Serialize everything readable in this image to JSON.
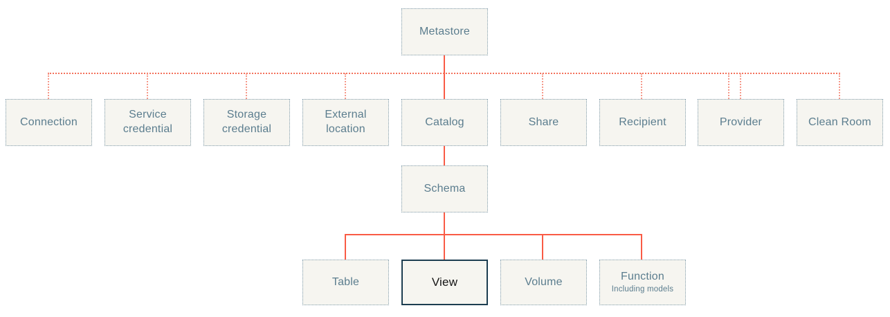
{
  "colors": {
    "box_bg": "#f6f5f0",
    "box_border": "#7e9aa9",
    "box_text": "#5b7d8e",
    "line_solid": "#f95b45",
    "line_dot": "#f3705a",
    "line_dot_light": "#f6998a",
    "hl_border": "#1c3d50",
    "hl_text": "#141414"
  },
  "diagram": {
    "root": {
      "label": "Metastore"
    },
    "level2": [
      {
        "label": "Connection"
      },
      {
        "label": "Service credential"
      },
      {
        "label": "Storage credential"
      },
      {
        "label": "External location"
      },
      {
        "label": "Catalog"
      },
      {
        "label": "Share"
      },
      {
        "label": "Recipient"
      },
      {
        "label": "Provider"
      },
      {
        "label": "Clean Room"
      }
    ],
    "level3": {
      "label": "Schema"
    },
    "level4": [
      {
        "label": "Table"
      },
      {
        "label": "View",
        "highlighted": true
      },
      {
        "label": "Volume"
      },
      {
        "label": "Function",
        "sublabel": "Including models"
      }
    ]
  }
}
